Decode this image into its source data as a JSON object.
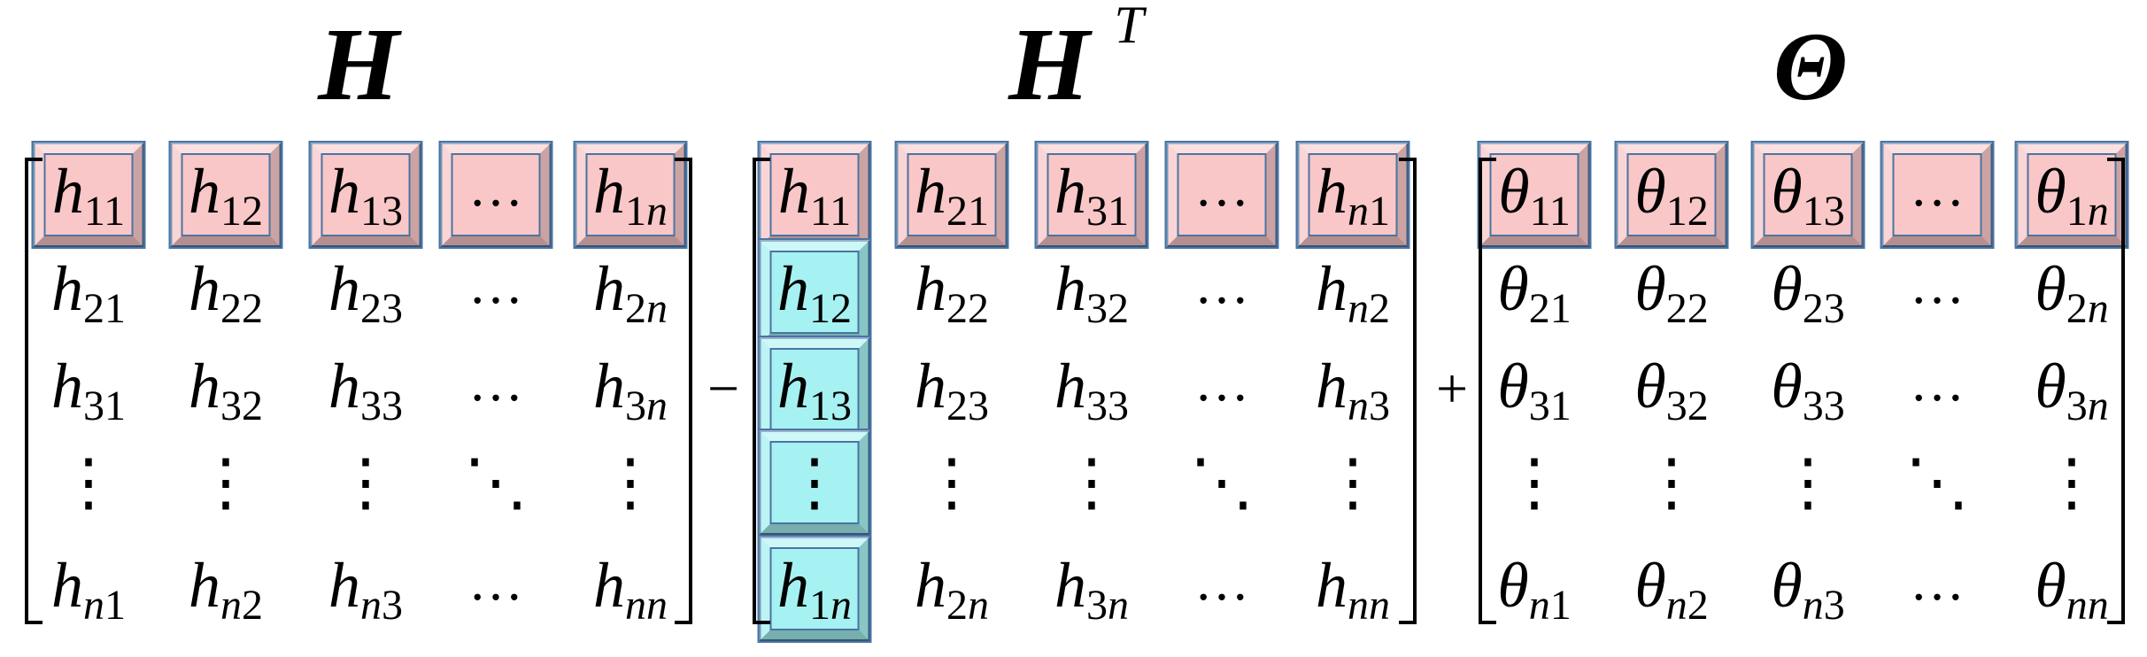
{
  "colors": {
    "ink": "#000000",
    "bevel_pink_face": "#F9C7C7",
    "bevel_cyan_face": "#A6F1F1",
    "bevel_border": "#4A74A3"
  },
  "titles": {
    "H": {
      "base": "H",
      "sup": ""
    },
    "HT": {
      "base": "H",
      "sup": "T"
    },
    "Theta": {
      "base": "Θ",
      "sup": ""
    }
  },
  "operators": {
    "minus": "−",
    "plus": "+"
  },
  "matrices": [
    {
      "id": "H",
      "sym": "h",
      "rows": [
        [
          [
            "11"
          ],
          [
            "12"
          ],
          [
            "13"
          ],
          [
            "…"
          ],
          [
            "1n"
          ]
        ],
        [
          [
            "21"
          ],
          [
            "22"
          ],
          [
            "23"
          ],
          [
            "…"
          ],
          [
            "2n"
          ]
        ],
        [
          [
            "31"
          ],
          [
            "32"
          ],
          [
            "33"
          ],
          [
            "…"
          ],
          [
            "3n"
          ]
        ],
        [
          [
            "⋮"
          ],
          [
            "⋮"
          ],
          [
            "⋮"
          ],
          [
            "⋱"
          ],
          [
            "⋮"
          ]
        ],
        [
          [
            "n1"
          ],
          [
            "n2"
          ],
          [
            "n3"
          ],
          [
            "…"
          ],
          [
            "nn"
          ]
        ]
      ],
      "highlight_row": 0,
      "highlight_col": null
    },
    {
      "id": "HT",
      "sym": "h",
      "rows": [
        [
          [
            "11"
          ],
          [
            "21"
          ],
          [
            "31"
          ],
          [
            "…"
          ],
          [
            "n1"
          ]
        ],
        [
          [
            "12"
          ],
          [
            "22"
          ],
          [
            "32"
          ],
          [
            "…"
          ],
          [
            "n2"
          ]
        ],
        [
          [
            "13"
          ],
          [
            "23"
          ],
          [
            "33"
          ],
          [
            "…"
          ],
          [
            "n3"
          ]
        ],
        [
          [
            "⋮"
          ],
          [
            "⋮"
          ],
          [
            "⋮"
          ],
          [
            "⋱"
          ],
          [
            "⋮"
          ]
        ],
        [
          [
            "1n"
          ],
          [
            "2n"
          ],
          [
            "3n"
          ],
          [
            "…"
          ],
          [
            "nn"
          ]
        ]
      ],
      "highlight_row": 0,
      "highlight_col": 0
    },
    {
      "id": "Theta",
      "sym": "θ",
      "rows": [
        [
          [
            "11"
          ],
          [
            "12"
          ],
          [
            "13"
          ],
          [
            "…"
          ],
          [
            "1n"
          ]
        ],
        [
          [
            "21"
          ],
          [
            "22"
          ],
          [
            "23"
          ],
          [
            "…"
          ],
          [
            "2n"
          ]
        ],
        [
          [
            "31"
          ],
          [
            "32"
          ],
          [
            "33"
          ],
          [
            "…"
          ],
          [
            "3n"
          ]
        ],
        [
          [
            "⋮"
          ],
          [
            "⋮"
          ],
          [
            "⋮"
          ],
          [
            "⋱"
          ],
          [
            "⋮"
          ]
        ],
        [
          [
            "n1"
          ],
          [
            "n2"
          ],
          [
            "n3"
          ],
          [
            "…"
          ],
          [
            "nn"
          ]
        ]
      ],
      "highlight_row": 0,
      "highlight_col": null
    }
  ]
}
